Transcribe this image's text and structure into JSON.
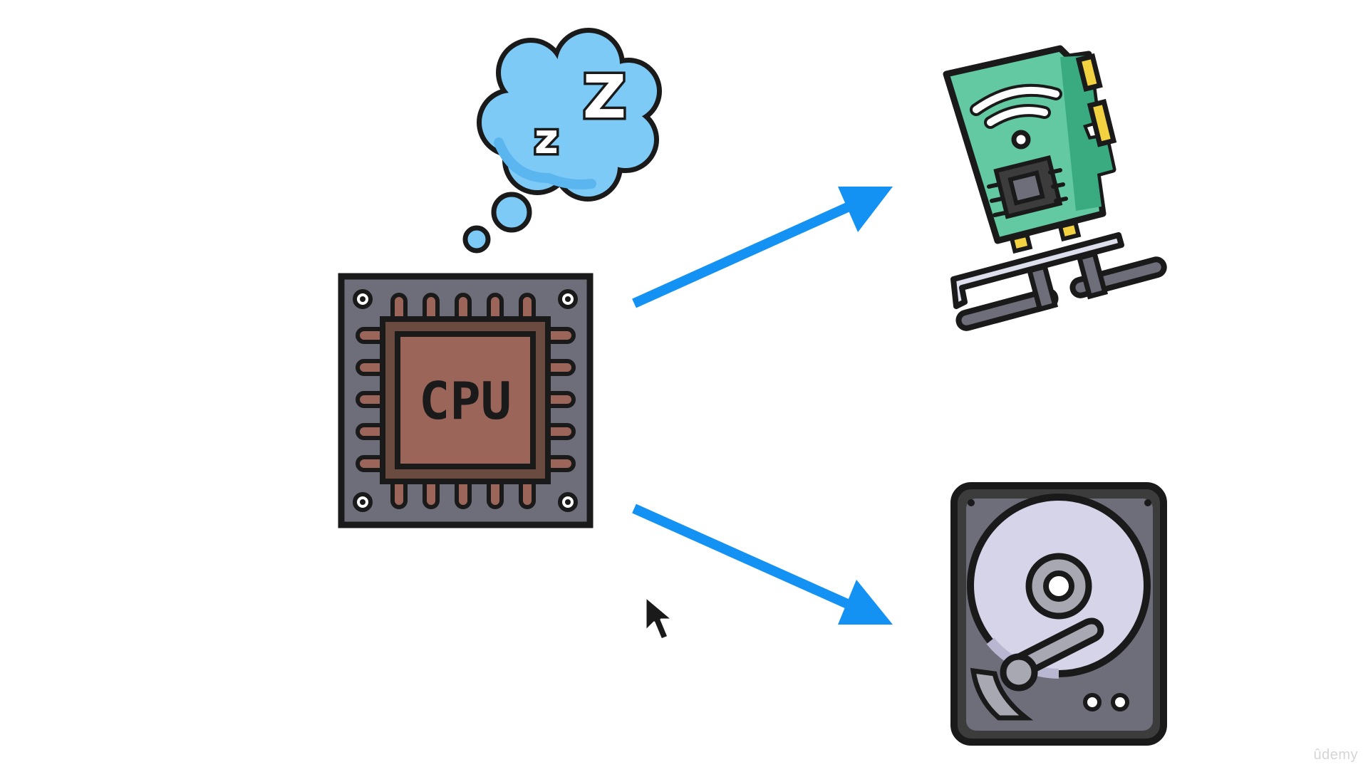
{
  "cpu": {
    "label": "CPU"
  },
  "sleep": {
    "big_z": "Z",
    "small_z": "z"
  },
  "watermark": "ûdemy",
  "colors": {
    "arrow": "#1492f4",
    "cloud": "#7dcaf7",
    "cpu_die": "#9b6559",
    "cpu_border": "#6b4a40",
    "cpu_package": "#6d6e7a",
    "pcb_green": "#62c9a2",
    "pcb_dark_green": "#3aab81",
    "gold_contact": "#f3d242",
    "bracket": "#dde0ec",
    "hdd_case": "#3c3c3c",
    "hdd_platter": "#d6d4e8",
    "hdd_arm": "#a8a8b3",
    "outline": "#1a1a1a"
  },
  "icons": [
    "sleep-cloud-icon",
    "cpu-chip-icon",
    "wifi-network-card-icon",
    "hard-drive-icon",
    "mouse-cursor-icon"
  ]
}
